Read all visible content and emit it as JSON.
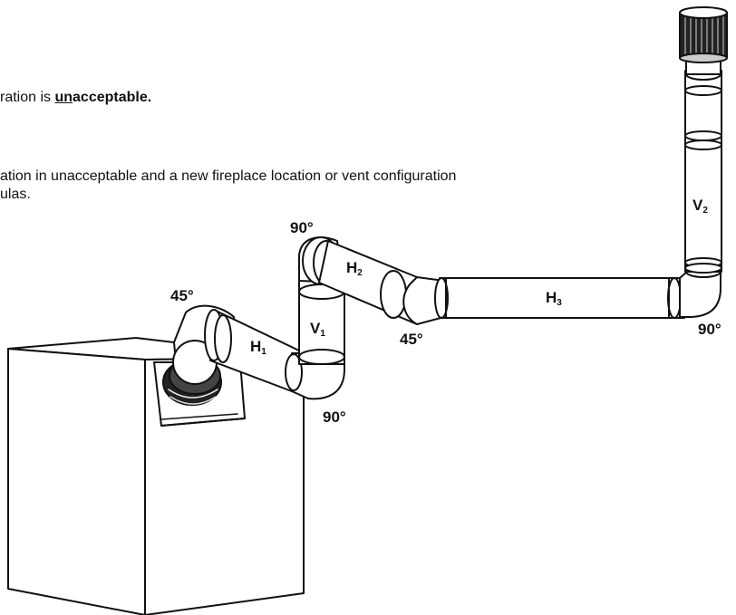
{
  "text": {
    "line1_prefix": "ration is ",
    "line1_bold_underline": "un",
    "line1_bold": "acceptable.",
    "line2": "ation in unacceptable and a new fireplace location or vent configuration",
    "line3": "ulas."
  },
  "labels": {
    "angle_45_top": "45°",
    "angle_90_top": "90°",
    "angle_45_bottom": "45°",
    "angle_90_bottom": "90°",
    "angle_90_right": "90°",
    "h1_main": "H",
    "h1_sub": "1",
    "h2_main": "H",
    "h2_sub": "2",
    "h3_main": "H",
    "h3_sub": "3",
    "v1_main": "V",
    "v1_sub": "1",
    "v2_main": "V",
    "v2_sub": "2"
  }
}
